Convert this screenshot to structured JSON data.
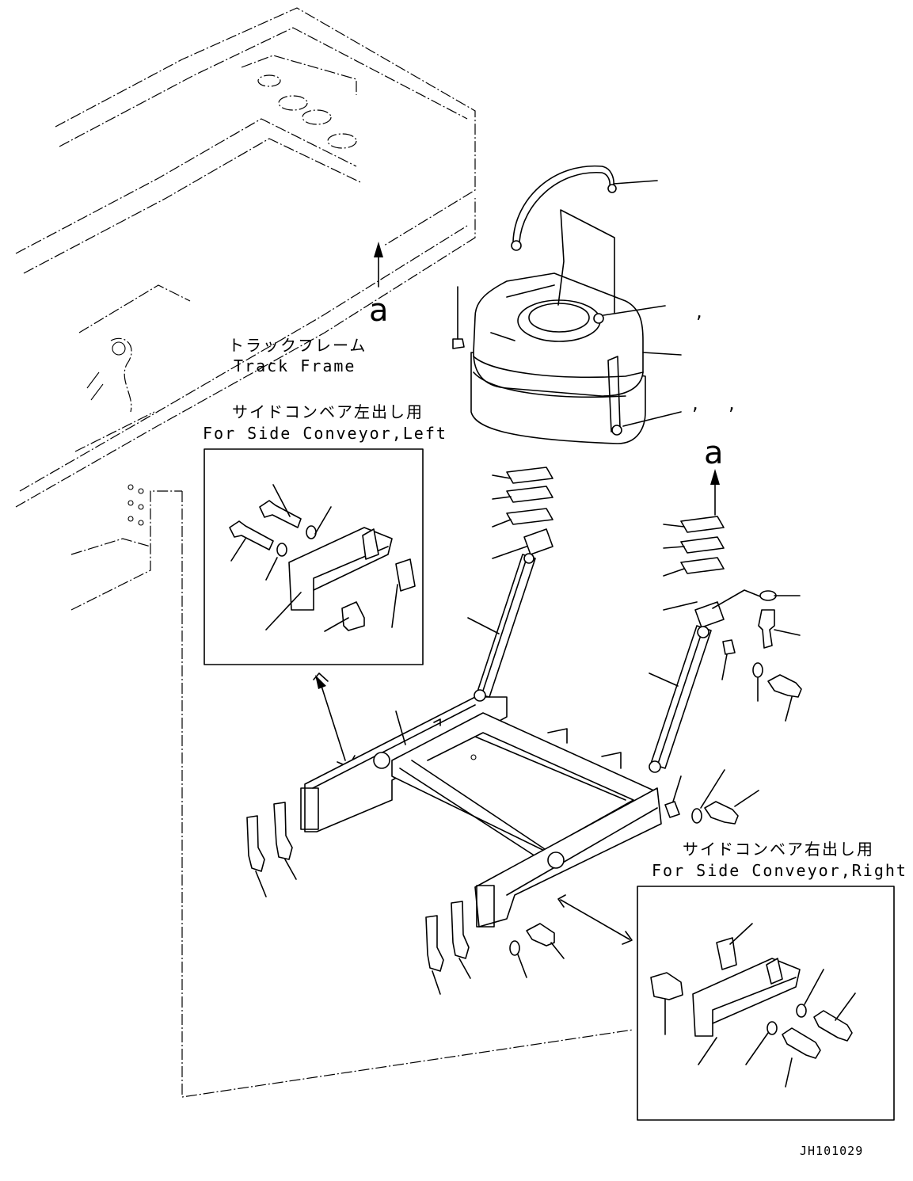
{
  "labels": {
    "view_a_top": "a",
    "view_a_right": "a",
    "track_frame_jp": "トラックフレーム",
    "track_frame_en": "Track Frame",
    "left_jp": "サイドコンベア左出し用",
    "left_en": "For Side Conveyor,Left",
    "right_jp": "サイドコンベア右出し用",
    "right_en": "For Side Conveyor,Right",
    "drawing_code": "JH101029"
  },
  "marks": [
    ",",
    ",",
    ","
  ]
}
